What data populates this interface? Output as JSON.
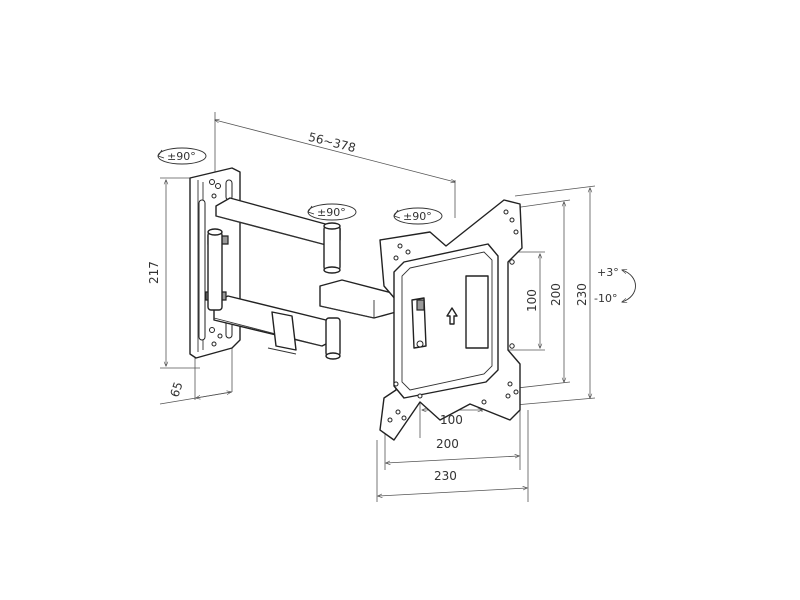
{
  "diagram": {
    "dimensions": {
      "arm_reach": "56~378",
      "wall_plate_height": "217",
      "wall_depth": "65",
      "vesa_vertical_inner": "100",
      "vesa_vertical_mid": "200",
      "vesa_vertical_outer": "230",
      "vesa_horizontal_inner": "100",
      "vesa_horizontal_mid": "200",
      "vesa_horizontal_outer": "230"
    },
    "rotations": {
      "wall_swivel": "±90°",
      "arm_swivel": "±90°",
      "head_swivel": "±90°",
      "tilt_up": "+3°",
      "tilt_down": "-10°"
    }
  }
}
